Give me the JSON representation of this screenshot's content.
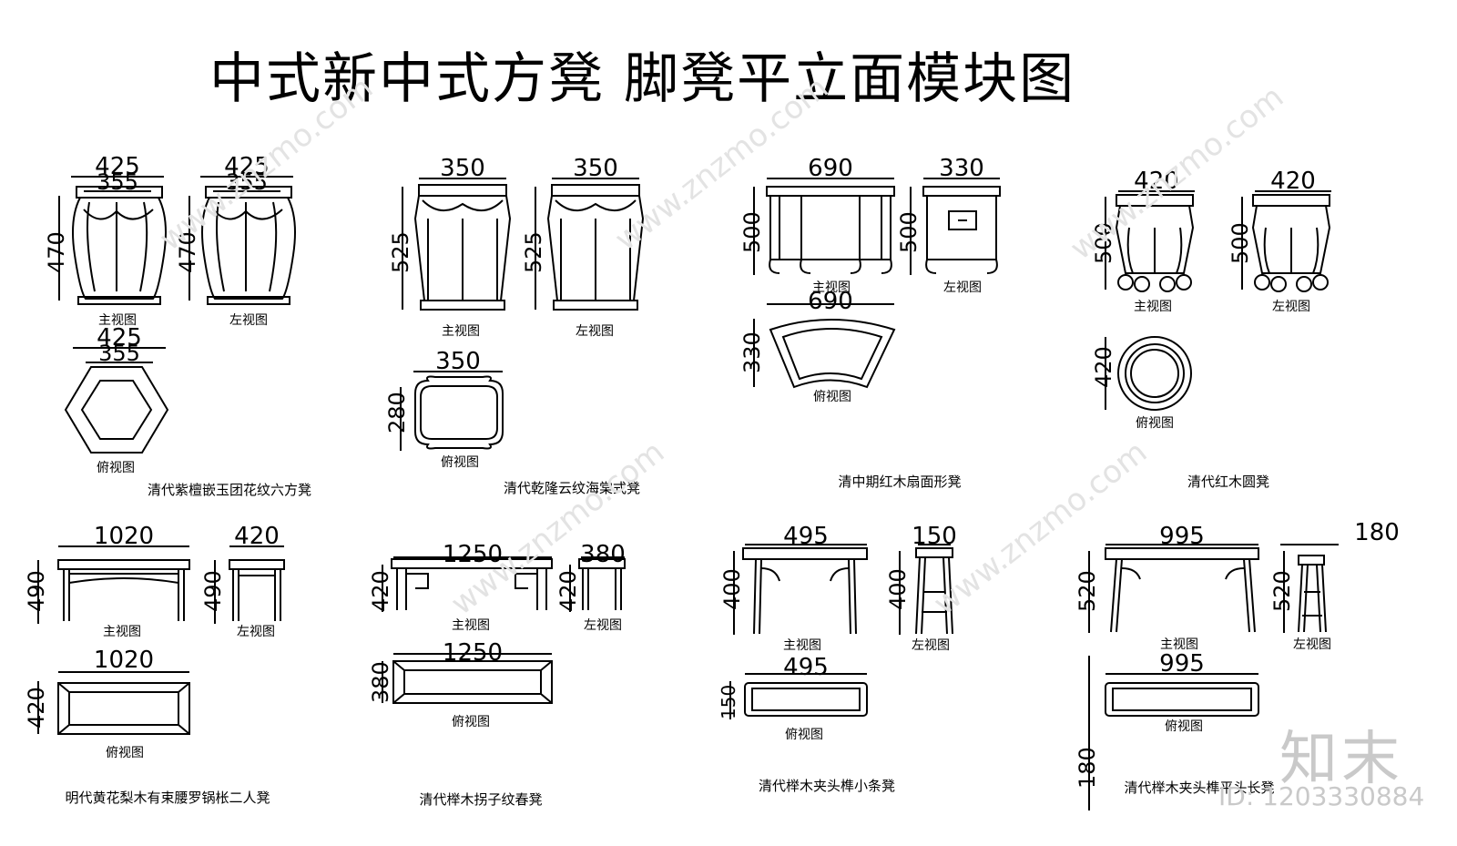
{
  "title": "中式新中式方凳 脚凳平立面模块图",
  "views": {
    "front": "主视图",
    "left": "左视图",
    "top": "俯视图"
  },
  "items": [
    {
      "caption": "清代紫檀嵌玉团花纹六方凳",
      "dims": [
        "425",
        "355",
        "470",
        "425",
        "355",
        "470",
        "425",
        "355"
      ]
    },
    {
      "caption": "清代乾隆云纹海棠式凳",
      "dims": [
        "350",
        "525",
        "350",
        "525",
        "350",
        "280"
      ]
    },
    {
      "caption": "清中期红木扇面形凳",
      "dims": [
        "690",
        "500",
        "330",
        "500",
        "690",
        "330"
      ]
    },
    {
      "caption": "清代红木圆凳",
      "dims": [
        "420",
        "500",
        "420",
        "500",
        "420"
      ]
    },
    {
      "caption": "明代黄花梨木有束腰罗锅枨二人凳",
      "dims": [
        "1020",
        "490",
        "420",
        "490",
        "1020",
        "420"
      ]
    },
    {
      "caption": "清代榉木拐子纹春凳",
      "dims": [
        "1250",
        "420",
        "380",
        "420",
        "1250",
        "380"
      ]
    },
    {
      "caption": "清代榉木夹头榫小条凳",
      "dims": [
        "495",
        "400",
        "150",
        "400",
        "495",
        "150"
      ]
    },
    {
      "caption": "清代榉木夹头榫平头长凳",
      "dims": [
        "995",
        "520",
        "180",
        "520",
        "995",
        "180"
      ]
    }
  ],
  "logo": "知末",
  "id_text": "ID: 1203330884",
  "watermark": "www.znzmo.com"
}
